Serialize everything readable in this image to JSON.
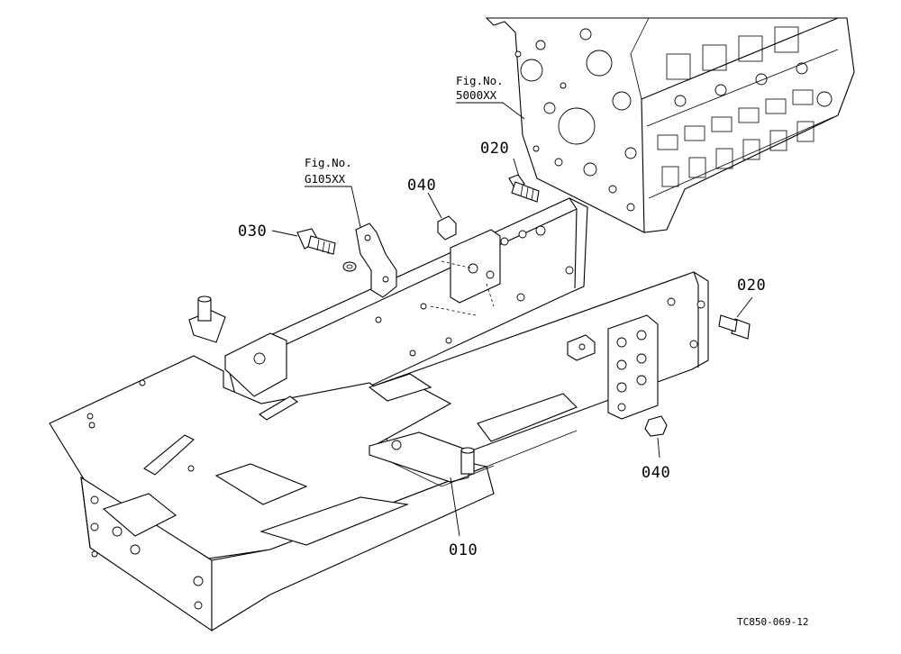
{
  "callouts": {
    "c010": "010",
    "c020_top": "020",
    "c020_right": "020",
    "c030": "030",
    "c040_top": "040",
    "c040_bottom": "040"
  },
  "fig_refs": {
    "engine": {
      "label": "Fig.No.",
      "number": "5000XX"
    },
    "bracket": {
      "label": "Fig.No.",
      "number": "G105XX"
    }
  },
  "drawing_id": "TC850-069-12"
}
